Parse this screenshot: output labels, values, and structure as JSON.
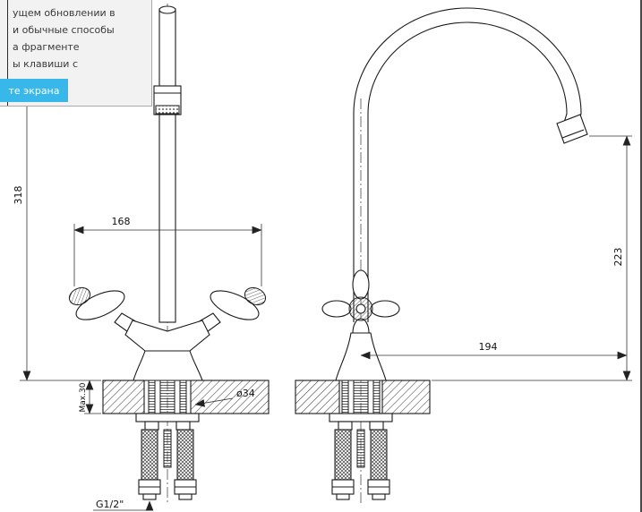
{
  "overlay": {
    "line1": "ущем обновлении в",
    "line2": "и обычные способы",
    "line3": "а фрагменте",
    "line4": "ы клавиши с",
    "button": "те экрана"
  },
  "dims": {
    "total_height": "318",
    "handle_span": "168",
    "max_thickness": "Max.30",
    "hole_diameter": "ø34",
    "spout_height": "223",
    "spout_reach": "194",
    "thread": "G1/2\""
  }
}
